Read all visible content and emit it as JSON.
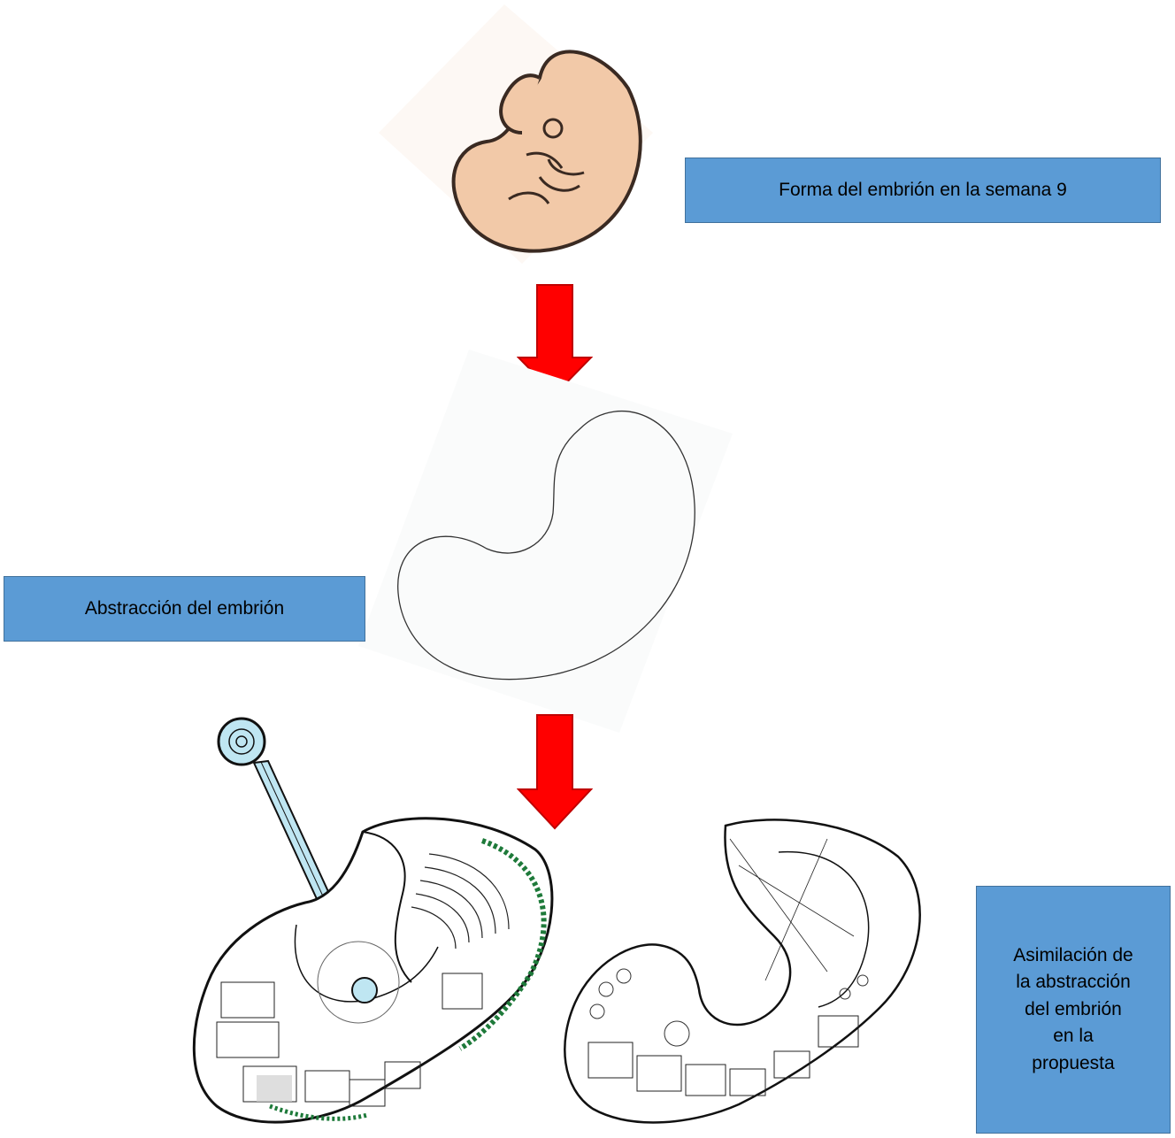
{
  "labels": {
    "embryo_week9": "Forma del embrión en la semana 9",
    "embryo_abstraction": "Abstracción del embrión",
    "assimilation_lines": [
      "Asimilación de",
      "la abstracción",
      "del embrión",
      "en la",
      "propuesta"
    ]
  },
  "colors": {
    "box_fill": "#5b9bd5",
    "box_border": "#41719c",
    "arrow_red": "#ff0000",
    "embryo_skin": "#f2c9a8",
    "water_blue": "#bfe6f2",
    "hedge_green": "#1e7a3a"
  },
  "icons": [
    "embryo-illustration",
    "down-arrow",
    "kidney-shape-outline",
    "floor-plan-level-1",
    "floor-plan-level-2"
  ]
}
